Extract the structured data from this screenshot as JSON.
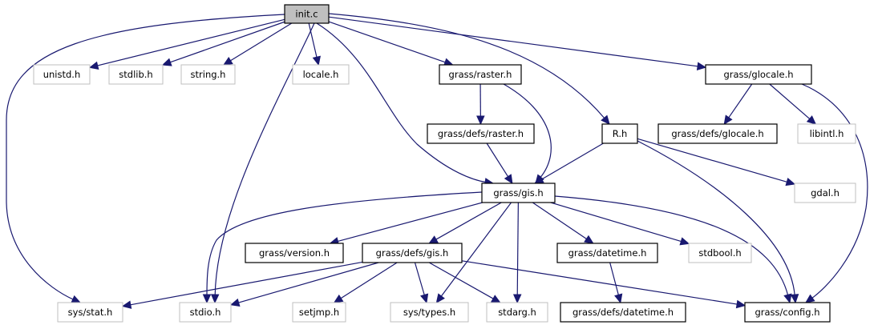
{
  "title": "init.c include dependency graph",
  "colors": {
    "edge": "#191970",
    "root_fill": "#bfbfbf",
    "documented_border": "#000000",
    "external_border": "#bfbfbf"
  },
  "nodes": [
    {
      "id": "init_c",
      "label": "init.c",
      "kind": "root"
    },
    {
      "id": "unistd_h",
      "label": "unistd.h",
      "kind": "external"
    },
    {
      "id": "stdlib_h",
      "label": "stdlib.h",
      "kind": "external"
    },
    {
      "id": "string_h",
      "label": "string.h",
      "kind": "external"
    },
    {
      "id": "locale_h",
      "label": "locale.h",
      "kind": "external"
    },
    {
      "id": "grass_raster_h",
      "label": "grass/raster.h",
      "kind": "documented"
    },
    {
      "id": "grass_glocale_h",
      "label": "grass/glocale.h",
      "kind": "documented"
    },
    {
      "id": "grass_defs_raster_h",
      "label": "grass/defs/raster.h",
      "kind": "documented"
    },
    {
      "id": "R_h",
      "label": "R.h",
      "kind": "documented"
    },
    {
      "id": "grass_defs_glocale_h",
      "label": "grass/defs/glocale.h",
      "kind": "documented"
    },
    {
      "id": "libintl_h",
      "label": "libintl.h",
      "kind": "external"
    },
    {
      "id": "grass_gis_h",
      "label": "grass/gis.h",
      "kind": "documented"
    },
    {
      "id": "gdal_h",
      "label": "gdal.h",
      "kind": "external"
    },
    {
      "id": "grass_version_h",
      "label": "grass/version.h",
      "kind": "documented"
    },
    {
      "id": "grass_defs_gis_h",
      "label": "grass/defs/gis.h",
      "kind": "documented"
    },
    {
      "id": "grass_datetime_h",
      "label": "grass/datetime.h",
      "kind": "documented"
    },
    {
      "id": "stdbool_h",
      "label": "stdbool.h",
      "kind": "external"
    },
    {
      "id": "sys_stat_h",
      "label": "sys/stat.h",
      "kind": "external"
    },
    {
      "id": "stdio_h",
      "label": "stdio.h",
      "kind": "external"
    },
    {
      "id": "setjmp_h",
      "label": "setjmp.h",
      "kind": "external"
    },
    {
      "id": "sys_types_h",
      "label": "sys/types.h",
      "kind": "external"
    },
    {
      "id": "stdarg_h",
      "label": "stdarg.h",
      "kind": "external"
    },
    {
      "id": "grass_defs_datetime_h",
      "label": "grass/defs/datetime.h",
      "kind": "documented"
    },
    {
      "id": "grass_config_h",
      "label": "grass/config.h",
      "kind": "documented"
    }
  ],
  "edges": [
    [
      "init_c",
      "unistd_h"
    ],
    [
      "init_c",
      "stdlib_h"
    ],
    [
      "init_c",
      "string_h"
    ],
    [
      "init_c",
      "locale_h"
    ],
    [
      "init_c",
      "grass_raster_h"
    ],
    [
      "init_c",
      "grass_glocale_h"
    ],
    [
      "init_c",
      "R_h"
    ],
    [
      "init_c",
      "grass_gis_h"
    ],
    [
      "init_c",
      "stdio_h"
    ],
    [
      "init_c",
      "sys_stat_h"
    ],
    [
      "grass_raster_h",
      "grass_defs_raster_h"
    ],
    [
      "grass_raster_h",
      "grass_gis_h"
    ],
    [
      "grass_defs_raster_h",
      "grass_gis_h"
    ],
    [
      "grass_glocale_h",
      "grass_defs_glocale_h"
    ],
    [
      "grass_glocale_h",
      "libintl_h"
    ],
    [
      "grass_glocale_h",
      "grass_config_h"
    ],
    [
      "R_h",
      "grass_gis_h"
    ],
    [
      "R_h",
      "gdal_h"
    ],
    [
      "R_h",
      "grass_config_h"
    ],
    [
      "grass_gis_h",
      "stdio_h"
    ],
    [
      "grass_gis_h",
      "grass_version_h"
    ],
    [
      "grass_gis_h",
      "grass_defs_gis_h"
    ],
    [
      "grass_gis_h",
      "sys_types_h"
    ],
    [
      "grass_gis_h",
      "stdarg_h"
    ],
    [
      "grass_gis_h",
      "grass_datetime_h"
    ],
    [
      "grass_gis_h",
      "stdbool_h"
    ],
    [
      "grass_gis_h",
      "grass_config_h"
    ],
    [
      "grass_defs_gis_h",
      "sys_stat_h"
    ],
    [
      "grass_defs_gis_h",
      "stdio_h"
    ],
    [
      "grass_defs_gis_h",
      "setjmp_h"
    ],
    [
      "grass_defs_gis_h",
      "sys_types_h"
    ],
    [
      "grass_defs_gis_h",
      "stdarg_h"
    ],
    [
      "grass_defs_gis_h",
      "grass_config_h"
    ],
    [
      "grass_datetime_h",
      "grass_defs_datetime_h"
    ]
  ]
}
